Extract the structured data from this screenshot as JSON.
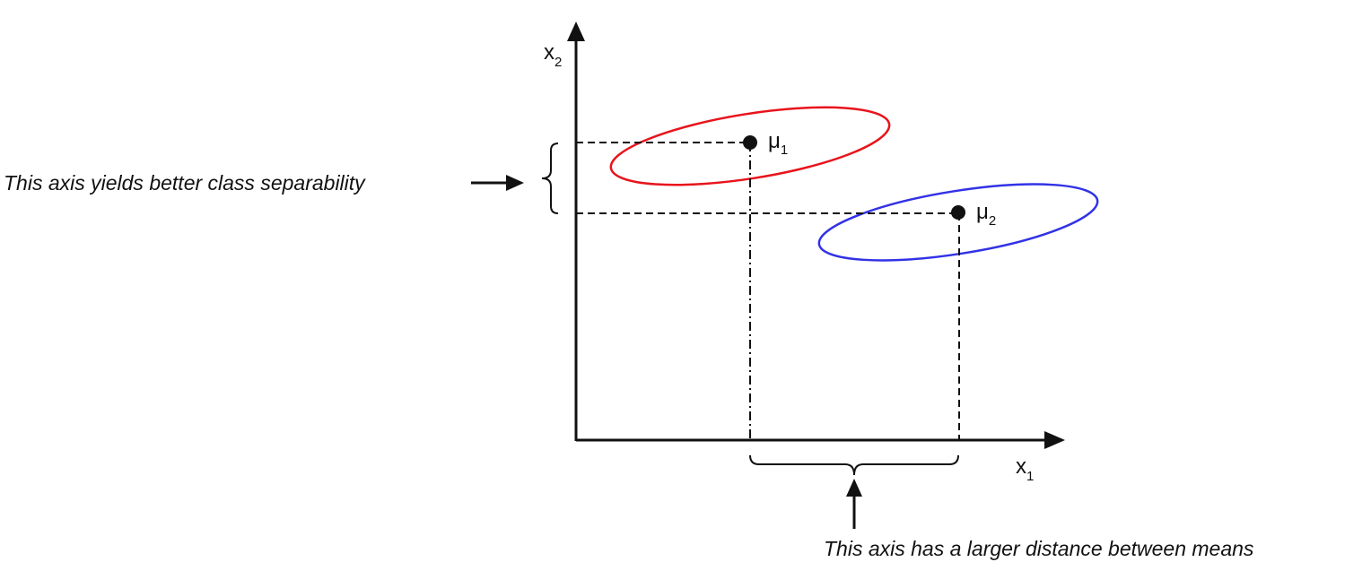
{
  "axes": {
    "x": {
      "name": "x",
      "subscript": "1"
    },
    "y": {
      "name": "x",
      "subscript": "2"
    }
  },
  "means": [
    {
      "symbol": "μ",
      "subscript": "1"
    },
    {
      "symbol": "μ",
      "subscript": "2"
    }
  ],
  "annotations": {
    "left": "This axis yields better class separability",
    "bottom": "This axis has a larger distance between means"
  },
  "colors": {
    "class1": "#e8141b",
    "class2": "#3232e6",
    "ink": "#111111"
  }
}
